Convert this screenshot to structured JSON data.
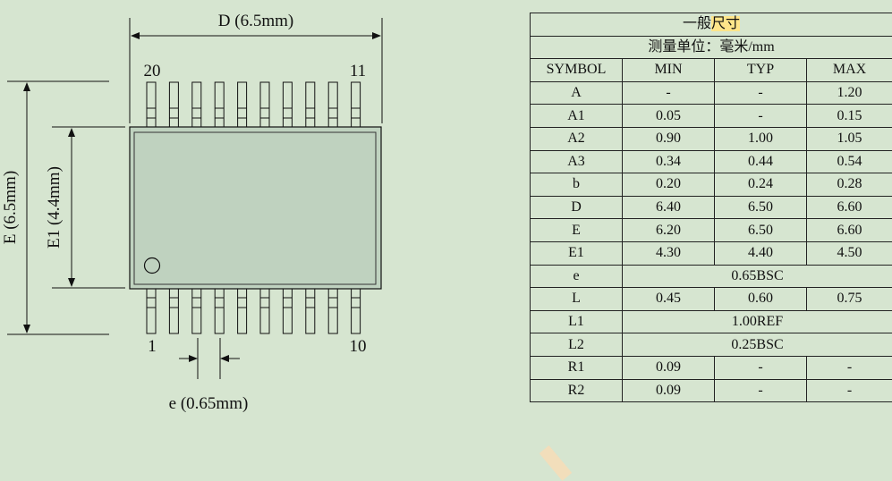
{
  "diagram": {
    "d_label": "D (6.5mm)",
    "e_label": "E (6.5mm)",
    "e1_label": "E1 (4.4mm)",
    "pitch_label": "e (0.65mm)",
    "pin_top_left": "20",
    "pin_top_right": "11",
    "pin_bottom_left": "1",
    "pin_bottom_right": "10",
    "pin_count_per_side": 10
  },
  "table": {
    "title_plain": "一般",
    "title_highlight": "尺寸",
    "unit_row": "测量单位：毫米/mm",
    "headers": [
      "SYMBOL",
      "MIN",
      "TYP",
      "MAX"
    ],
    "rows": [
      {
        "symbol": "A",
        "min": "-",
        "typ": "-",
        "max": "1.20"
      },
      {
        "symbol": "A1",
        "min": "0.05",
        "typ": "-",
        "max": "0.15"
      },
      {
        "symbol": "A2",
        "min": "0.90",
        "typ": "1.00",
        "max": "1.05"
      },
      {
        "symbol": "A3",
        "min": "0.34",
        "typ": "0.44",
        "max": "0.54"
      },
      {
        "symbol": "b",
        "min": "0.20",
        "typ": "0.24",
        "max": "0.28"
      },
      {
        "symbol": "D",
        "min": "6.40",
        "typ": "6.50",
        "max": "6.60"
      },
      {
        "symbol": "E",
        "min": "6.20",
        "typ": "6.50",
        "max": "6.60"
      },
      {
        "symbol": "E1",
        "min": "4.30",
        "typ": "4.40",
        "max": "4.50"
      },
      {
        "symbol": "e",
        "span": "0.65BSC"
      },
      {
        "symbol": "L",
        "min": "0.45",
        "typ": "0.60",
        "max": "0.75"
      },
      {
        "symbol": "L1",
        "span": "1.00REF"
      },
      {
        "symbol": "L2",
        "span": "0.25BSC"
      },
      {
        "symbol": "R1",
        "min": "0.09",
        "typ": "-",
        "max": "-"
      },
      {
        "symbol": "R2",
        "min": "0.09",
        "typ": "-",
        "max": "-"
      }
    ]
  },
  "colors": {
    "background": "#d6e5d0",
    "package_body": "#bfd2bf",
    "title_highlight": "#ffe58a"
  }
}
